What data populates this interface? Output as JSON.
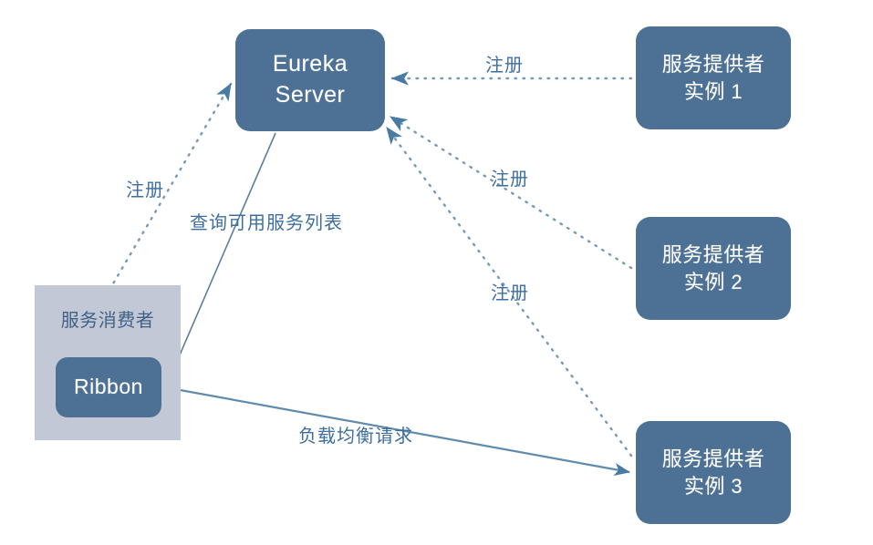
{
  "diagram": {
    "title": "Eureka service registry and Ribbon load balancing diagram",
    "colors": {
      "node_fill": "#4d7195",
      "group_fill": "#c2c8d6",
      "edge_solid": "#5b8cb0",
      "edge_dotted": "#6f94b5",
      "label_text": "#3f6f9e",
      "node_text": "#ffffff",
      "background": "#ffffff"
    }
  },
  "nodes": {
    "eureka": {
      "label": "Eureka Server"
    },
    "consumer_group": {
      "label": "服务消费者"
    },
    "ribbon": {
      "label": "Ribbon"
    },
    "provider_1": {
      "line1": "服务提供者",
      "line2": "实例 1"
    },
    "provider_2": {
      "line1": "服务提供者",
      "line2": "实例 2"
    },
    "provider_3": {
      "line1": "服务提供者",
      "line2": "实例 3"
    }
  },
  "edges": {
    "register_consumer": {
      "label": "注册",
      "style": "dotted",
      "from": "服务消费者",
      "to": "Eureka Server"
    },
    "query_services": {
      "label": "查询可用服务列表",
      "style": "solid",
      "from": "Eureka Server",
      "to": "Ribbon"
    },
    "register_provider_1": {
      "label": "注册",
      "style": "dotted",
      "from": "服务提供者 实例 1",
      "to": "Eureka Server"
    },
    "register_provider_2": {
      "label": "注册",
      "style": "dotted",
      "from": "服务提供者 实例 2",
      "to": "Eureka Server"
    },
    "register_provider_3": {
      "label": "注册",
      "style": "dotted",
      "from": "服务提供者 实例 3",
      "to": "Eureka Server"
    },
    "load_balanced_request": {
      "label": "负载均衡请求",
      "style": "solid",
      "from": "Ribbon",
      "to": "服务提供者 实例 3"
    }
  }
}
